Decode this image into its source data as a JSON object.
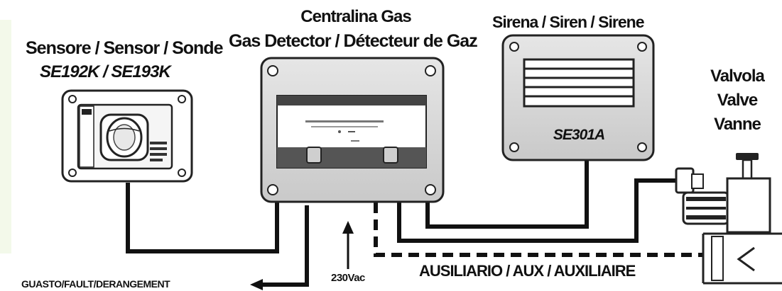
{
  "sensor": {
    "title": "Sensore / Sensor / Sonde",
    "model": "SE192K / SE193K"
  },
  "detector": {
    "title_line1": "Centralina Gas",
    "title_line2": "Gas Detector / Détecteur de Gaz"
  },
  "siren": {
    "title": "Sirena / Siren / Sirene",
    "model": "SE301A"
  },
  "valve": {
    "line1": "Valvola",
    "line2": "Valve",
    "line3": "Vanne"
  },
  "labels": {
    "fault": "GUASTO/FAULT/DERANGEMENT",
    "power": "230Vac",
    "aux": "AUSILIARIO / AUX / AUXILIAIRE"
  }
}
